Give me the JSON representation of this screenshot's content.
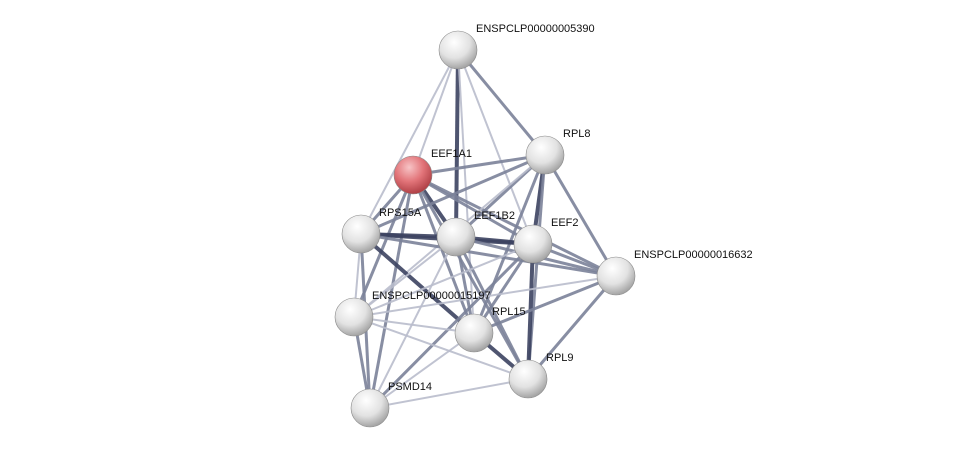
{
  "nodes": [
    {
      "id": "ENSPCLP00000005390",
      "label": "ENSPCLP00000005390",
      "query": false
    },
    {
      "id": "RPL8",
      "label": "RPL8",
      "query": false
    },
    {
      "id": "EEF1A1",
      "label": "EEF1A1",
      "query": true
    },
    {
      "id": "RPS15A",
      "label": "RPS15A",
      "query": false
    },
    {
      "id": "EEF1B2",
      "label": "EEF1B2",
      "query": false
    },
    {
      "id": "EEF2",
      "label": "EEF2",
      "query": false
    },
    {
      "id": "ENSPCLP00000016632",
      "label": "ENSPCLP00000016632",
      "query": false
    },
    {
      "id": "ENSPCLP00000015197",
      "label": "ENSPCLP00000015197",
      "query": false
    },
    {
      "id": "RPL15",
      "label": "RPL15",
      "query": false
    },
    {
      "id": "RPL9",
      "label": "RPL9",
      "query": false
    },
    {
      "id": "PSMD14",
      "label": "PSMD14",
      "query": false
    }
  ],
  "edges": [
    [
      "ENSPCLP00000005390",
      "EEF1A1",
      1
    ],
    [
      "ENSPCLP00000005390",
      "RPS15A",
      1
    ],
    [
      "ENSPCLP00000005390",
      "EEF1B2",
      3
    ],
    [
      "ENSPCLP00000005390",
      "RPL8",
      2
    ],
    [
      "ENSPCLP00000005390",
      "EEF2",
      1
    ],
    [
      "ENSPCLP00000005390",
      "RPL15",
      1
    ],
    [
      "EEF1A1",
      "RPL8",
      2
    ],
    [
      "EEF1A1",
      "RPS15A",
      2
    ],
    [
      "EEF1A1",
      "EEF1B2",
      3
    ],
    [
      "EEF1A1",
      "EEF2",
      2
    ],
    [
      "EEF1A1",
      "ENSPCLP00000016632",
      2
    ],
    [
      "EEF1A1",
      "ENSPCLP00000015197",
      2
    ],
    [
      "EEF1A1",
      "RPL15",
      2
    ],
    [
      "EEF1A1",
      "PSMD14",
      2
    ],
    [
      "EEF1A1",
      "RPL9",
      2
    ],
    [
      "RPL8",
      "RPS15A",
      2
    ],
    [
      "RPL8",
      "EEF1B2",
      2
    ],
    [
      "RPL8",
      "EEF2",
      3
    ],
    [
      "RPL8",
      "ENSPCLP00000016632",
      2
    ],
    [
      "RPL8",
      "RPL15",
      2
    ],
    [
      "RPL8",
      "RPL9",
      2
    ],
    [
      "RPL8",
      "ENSPCLP00000015197",
      1
    ],
    [
      "RPS15A",
      "EEF1B2",
      3
    ],
    [
      "RPS15A",
      "EEF2",
      3
    ],
    [
      "RPS15A",
      "ENSPCLP00000016632",
      2
    ],
    [
      "RPS15A",
      "RPL15",
      3
    ],
    [
      "RPS15A",
      "ENSPCLP00000015197",
      1
    ],
    [
      "RPS15A",
      "PSMD14",
      2
    ],
    [
      "EEF1B2",
      "EEF2",
      3
    ],
    [
      "EEF1B2",
      "ENSPCLP00000016632",
      2
    ],
    [
      "EEF1B2",
      "RPL15",
      2
    ],
    [
      "EEF1B2",
      "RPL9",
      2
    ],
    [
      "EEF1B2",
      "ENSPCLP00000015197",
      1
    ],
    [
      "EEF1B2",
      "PSMD14",
      1
    ],
    [
      "EEF2",
      "ENSPCLP00000016632",
      2
    ],
    [
      "EEF2",
      "RPL15",
      2
    ],
    [
      "EEF2",
      "RPL9",
      3
    ],
    [
      "EEF2",
      "ENSPCLP00000015197",
      1
    ],
    [
      "EEF2",
      "PSMD14",
      2
    ],
    [
      "ENSPCLP00000016632",
      "RPL15",
      2
    ],
    [
      "ENSPCLP00000016632",
      "RPL9",
      2
    ],
    [
      "ENSPCLP00000016632",
      "ENSPCLP00000015197",
      1
    ],
    [
      "ENSPCLP00000015197",
      "RPL15",
      1
    ],
    [
      "ENSPCLP00000015197",
      "RPL9",
      1
    ],
    [
      "ENSPCLP00000015197",
      "PSMD14",
      2
    ],
    [
      "RPL15",
      "RPL9",
      3
    ],
    [
      "RPL15",
      "PSMD14",
      1
    ],
    [
      "RPL9",
      "PSMD14",
      1
    ]
  ],
  "colors": {
    "query_node": "#d9636b",
    "node": "#e6e6e6",
    "edge_weak": "#b9bdcc",
    "edge_mid": "#7b8299",
    "edge_strong": "#3c4360"
  }
}
